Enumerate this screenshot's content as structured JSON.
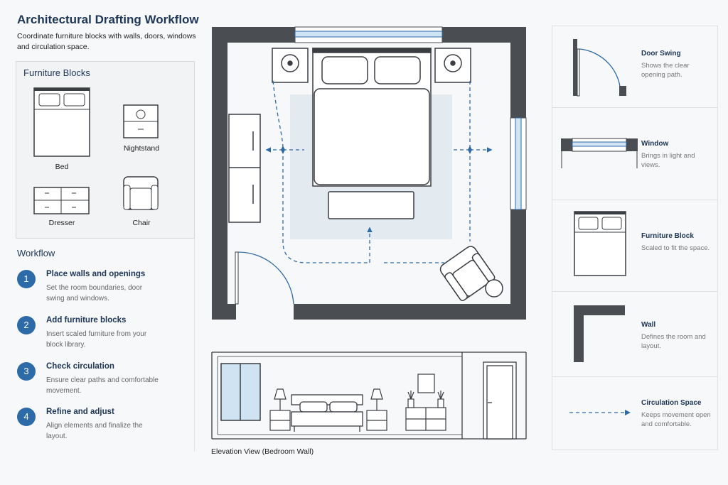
{
  "header": {
    "title": "Architectural Drafting Workflow",
    "subtitle": "Coordinate furniture blocks with walls, doors, windows and circulation space."
  },
  "furniture_blocks": {
    "title": "Furniture Blocks",
    "items": [
      {
        "label": "Bed",
        "icon": "bed-icon"
      },
      {
        "label": "Nightstand",
        "icon": "nightstand-icon"
      },
      {
        "label": "Dresser",
        "icon": "dresser-icon"
      },
      {
        "label": "Chair",
        "icon": "chair-icon"
      }
    ]
  },
  "workflow": {
    "title": "Workflow",
    "steps": [
      {
        "num": "1",
        "title": "Place walls and openings",
        "desc": "Set the room boundaries, door swing and windows."
      },
      {
        "num": "2",
        "title": "Add furniture blocks",
        "desc": "Insert scaled furniture from your block library."
      },
      {
        "num": "3",
        "title": "Check circulation",
        "desc": "Ensure clear paths and comfortable movement."
      },
      {
        "num": "4",
        "title": "Refine and adjust",
        "desc": "Align elements and finalize the layout."
      }
    ]
  },
  "elevation": {
    "label": "Elevation View (Bedroom Wall)"
  },
  "legend": {
    "items": [
      {
        "title": "Door Swing",
        "desc": "Shows the clear opening path.",
        "icon": "door-swing-icon"
      },
      {
        "title": "Window",
        "desc": "Brings in light and views.",
        "icon": "window-icon"
      },
      {
        "title": "Furniture Block",
        "desc": "Scaled to fit the space.",
        "icon": "furniture-block-icon"
      },
      {
        "title": "Wall",
        "desc": "Defines the room and layout.",
        "icon": "wall-icon"
      },
      {
        "title": "Circulation Space",
        "desc": "Keeps movement open and comfortable.",
        "icon": "circulation-icon"
      }
    ]
  },
  "colors": {
    "accent": "#2d6aa8",
    "wall": "#4a4d52",
    "window": "#cfe3f3",
    "rug": "#dfe7ee"
  }
}
